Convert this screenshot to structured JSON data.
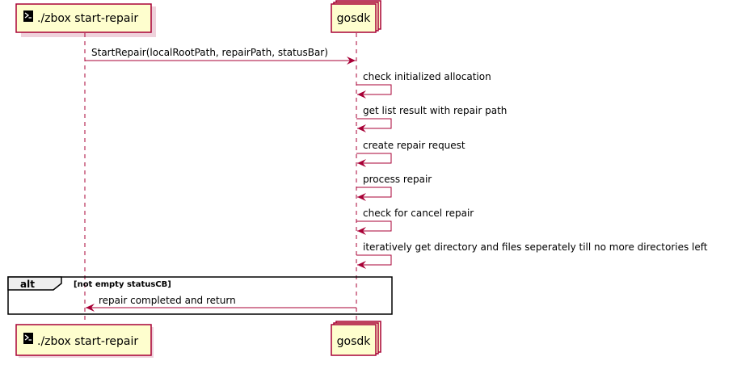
{
  "participants": {
    "zbox": {
      "label": "./zbox start-repair",
      "icon": "terminal-icon"
    },
    "gosdk": {
      "label": "gosdk",
      "stacked": true
    }
  },
  "messages": [
    {
      "from": "zbox",
      "to": "gosdk",
      "label": "StartRepair(localRootPath, repairPath, statusBar)"
    },
    {
      "from": "gosdk",
      "to": "gosdk",
      "label": "check initialized allocation"
    },
    {
      "from": "gosdk",
      "to": "gosdk",
      "label": "get list result with repair path"
    },
    {
      "from": "gosdk",
      "to": "gosdk",
      "label": "create repair request"
    },
    {
      "from": "gosdk",
      "to": "gosdk",
      "label": "process repair"
    },
    {
      "from": "gosdk",
      "to": "gosdk",
      "label": "check for cancel repair"
    },
    {
      "from": "gosdk",
      "to": "gosdk",
      "label": "iteratively get directory and files seperately till no more directories left"
    }
  ],
  "alt_fragment": {
    "keyword": "alt",
    "condition": "[not empty statusCB]",
    "message": {
      "from": "gosdk",
      "to": "zbox",
      "label": "repair completed and return"
    }
  },
  "colors": {
    "participant_fill": "#FEFECE",
    "participant_border": "#A80036",
    "arrow": "#A80036",
    "fragment_border": "#000000"
  }
}
